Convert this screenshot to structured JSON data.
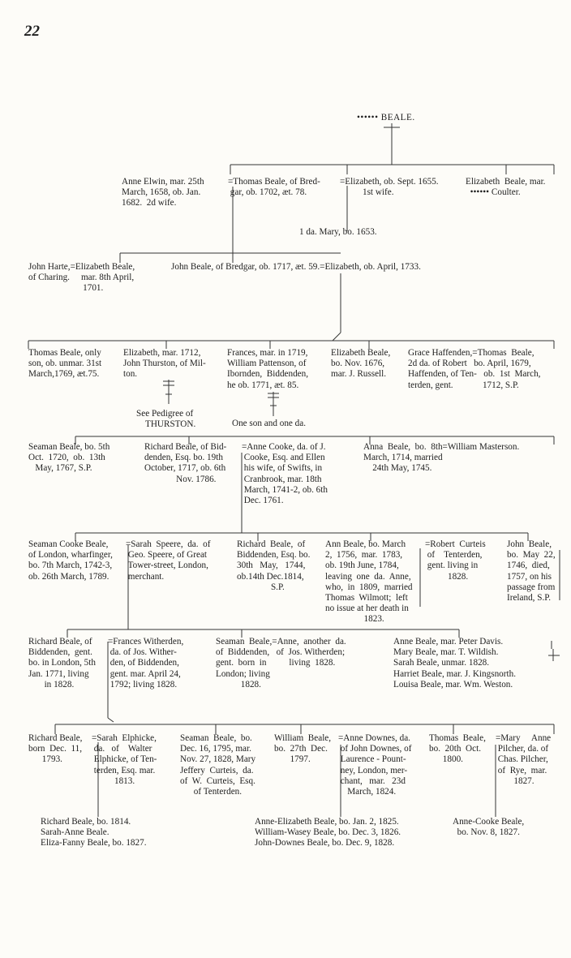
{
  "page": {
    "number": "22"
  },
  "blocks": {
    "b00": "•••••• BEALE.",
    "b01": "Anne Elwin, mar. 25th\nMarch, 1658, ob. Jan.\n1682.  2d wife.",
    "b02": "=Thomas Beale, of Bred-\n gar, ob. 1702, æt. 78.",
    "b03": "=Elizabeth, ob. Sept. 1655.\n          1st wife.",
    "b04": "Elizabeth  Beale, mar.\n  •••••• Coulter.",
    "b05": "1 da. Mary, bo. 1653.",
    "b06": "John Harte,=Elizabeth Beale,\nof Charing.     mar. 8th April,\n                        1701.",
    "b07": "John Beale, of Bredgar, ob. 1717, æt. 59.=Elizabeth, ob. April, 1733.",
    "b08": "Thomas Beale, only\nson, ob. unmar. 31st\nMarch,1769, æt.75.",
    "b09": "Elizabeth, mar. 1712,\nJohn Thurston, of Mil-\nton.",
    "b10": "Frances, mar. in 1719,\nWilliam Pattenson, of\nIbornden,  Biddenden,\nhe ob. 1771, æt. 85.",
    "b11": "Elizabeth Beale,\nbo. Nov. 1676,\nmar. J. Russell.",
    "b12": "Grace Haffenden,=Thomas  Beale,\n2d da. of Robert   bo. April, 1679,\nHaffenden, of Ten-   ob.  1st  March,\nterden, gent.             1712, S.P.",
    "b13": "See Pedigree of\n    THURSTON.",
    "b14": "One son and one da.",
    "b15": "Seaman Beale, bo. 5th\nOct.  1720,  ob.  13th\n   May, 1767, S.P.",
    "b16": "Richard Beale, of Bid-\ndenden, Esq. bo. 19th\nOctober, 1717, ob. 6th\n              Nov. 1786.",
    "b17": "=Anne Cooke, da. of J.\n Cooke, Esq. and Ellen\n his wife, of Swifts, in\n Cranbrook, mar. 18th\n March, 1741-2, ob. 6th\n Dec. 1761.",
    "b18": "Anna  Beale,  bo.  8th=William Masterson.\nMarch, 1714, married\n    24th May, 1745.",
    "b19": "Seaman Cooke Beale,\nof London, wharfinger,\nbo. 7th March, 1742-3,\nob. 26th March, 1789.",
    "b20": "=Sarah  Speere,  da.  of\n Geo. Speere, of Great\n Tower-street, London,\n merchant.",
    "b21": "Richard  Beale,  of\nBiddenden, Esq. bo.\n30th   May,   1744,\nob.14th Dec.1814,\n               S.P.",
    "b22": "Ann Beale, bo. March\n2,  1756,  mar.  1783,\nob. 19th June, 1784,\nleaving  one  da.  Anne,\nwho,  in  1809,  married\nThomas  Wilmott;  left\nno issue at her death in\n                 1823.",
    "b23": "=Robert  Curteis\n of    Tenterden,\n gent. living in\n          1828.",
    "b24": "John  Beale,\nbo.  May  22,\n1746,  died,\n1757, on his\npassage from\nIreland, S.P.",
    "b25": "Richard Beale, of\nBiddenden,  gent.\nbo. in London, 5th\nJan. 1771, living\n       in 1828.",
    "b26": "=Frances Witherden,\n da. of Jos. Wither-\n den, of Biddenden,\n gent. mar. April 24,\n 1792; living 1828.",
    "b27": "Seaman  Beale,=Anne,  another  da.\nof  Biddenden,   of  Jos. Witherden;\ngent.  born  in          living  1828.\nLondon; living\n           1828.",
    "b28": "Anne Beale, mar. Peter Davis.\nMary Beale, mar. T. Wildish.\nSarah Beale, unmar. 1828.\nHarriet Beale, mar. J. Kingsnorth.\nLouisa Beale, mar. Wm. Weston.",
    "b29": "Richard Beale,\nborn  Dec.  11,\n      1793.",
    "b30": "=Sarah  Elphicke,\n da.   of    Walter\n Elphicke, of Ten-\n terden, Esq. mar.\n          1813.",
    "b31": "Seaman  Beale,  bo.\nDec. 16, 1795, mar.\nNov. 27, 1828, Mary\nJeffery  Curteis,  da.\nof  W.  Curteis,  Esq.\n      of Tenterden.",
    "b32": "William  Beale,\nbo.  27th  Dec.\n       1797.",
    "b33": "=Anne Downes, da.\n of John Downes, of\n Laurence - Pount-\n ney, London, mer-\n chant,   mar.   23d\n    March, 1824.",
    "b34": "Thomas  Beale,\nbo.  20th  Oct.\n      1800.",
    "b35": "=Mary     Anne\n Pilcher, da. of\n Chas. Pilcher,\n of  Rye,  mar.\n        1827.",
    "b36": "Richard Beale, bo. 1814.\nSarah-Anne Beale.\nEliza-Fanny Beale, bo. 1827.",
    "b37": "Anne-Elizabeth Beale, bo. Jan. 2, 1825.\nWilliam-Wasey Beale, bo. Dec. 3, 1826.\nJohn-Downes Beale, bo. Dec. 9, 1828.",
    "b38": "Anne-Cooke Beale,\n  bo. Nov. 8, 1827."
  }
}
